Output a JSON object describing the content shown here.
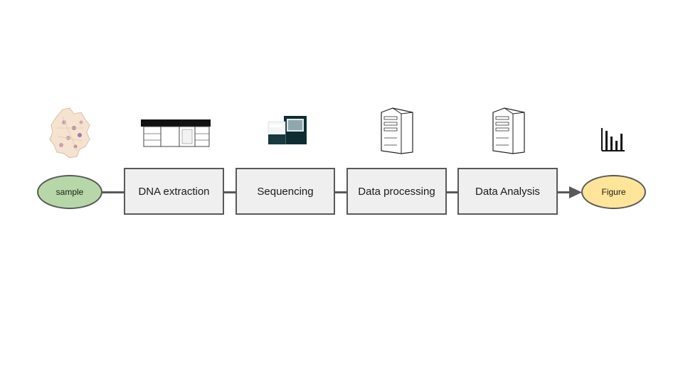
{
  "diagram": {
    "start_node": {
      "label": "sample",
      "color": "#b6d7a8"
    },
    "steps": [
      {
        "label": "DNA extraction",
        "icon": "lab-bench-icon"
      },
      {
        "label": "Sequencing",
        "icon": "sequencer-icon"
      },
      {
        "label": "Data processing",
        "icon": "server-icon"
      },
      {
        "label": "Data Analysis",
        "icon": "server-icon"
      }
    ],
    "end_node": {
      "label": "Figure",
      "color": "#ffe599"
    },
    "start_icon": "cells-icon",
    "end_icon": "bar-chart-icon",
    "step_fill": "#efefef",
    "border_color": "#595959"
  }
}
